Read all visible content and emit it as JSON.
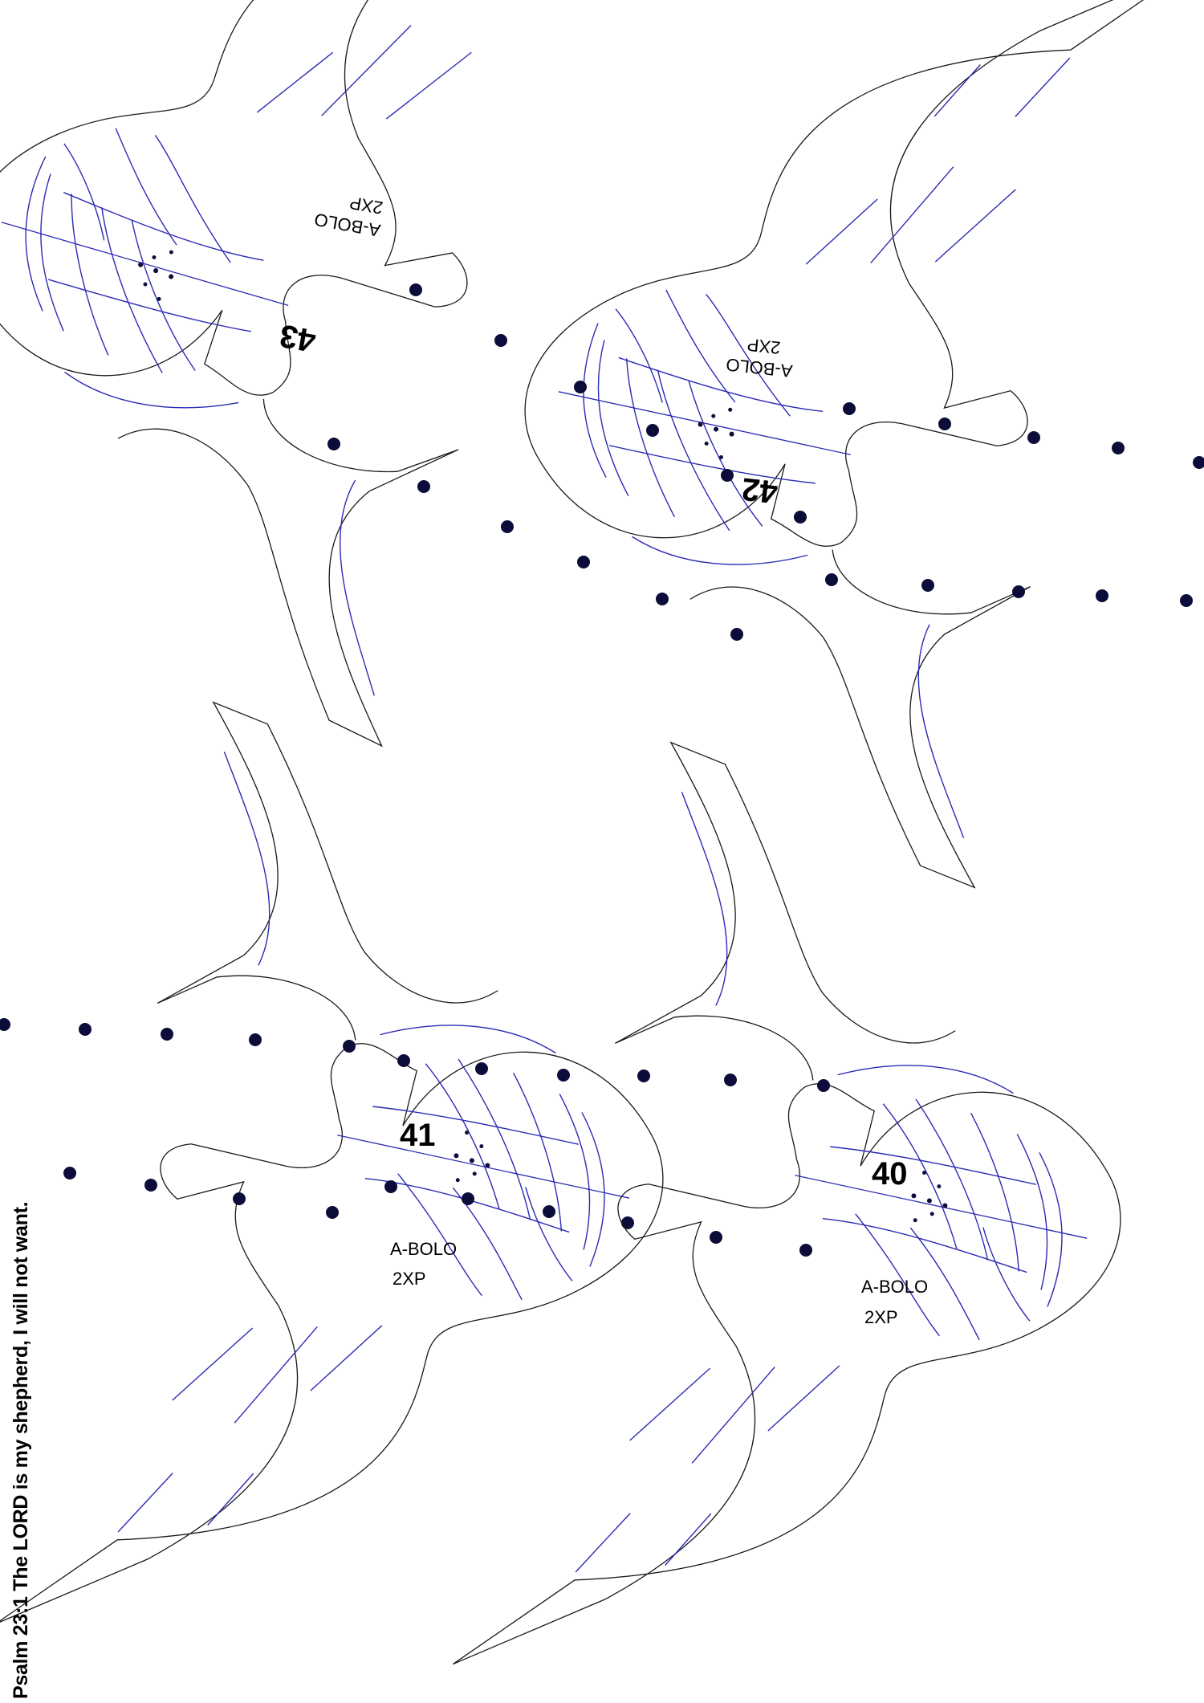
{
  "sheet": {
    "verse": "Psalm 23:1 The LORD is my shepherd, I will not want.",
    "colors": {
      "outline": "#1a1a1a",
      "groove": "#2b2bb5",
      "hole": "#0c0c3a"
    }
  },
  "pieces": [
    {
      "id": "43",
      "number": "43",
      "label": "A-BOLO",
      "qty": "2XP",
      "orientation": "rotated-180"
    },
    {
      "id": "42",
      "number": "42",
      "label": "A-BOLO",
      "qty": "2XP",
      "orientation": "rotated-180"
    },
    {
      "id": "41",
      "number": "41",
      "label": "A-BOLO",
      "qty": "2XP",
      "orientation": "upright"
    },
    {
      "id": "40",
      "number": "40",
      "label": "A-BOLO",
      "qty": "2XP",
      "orientation": "upright"
    }
  ]
}
